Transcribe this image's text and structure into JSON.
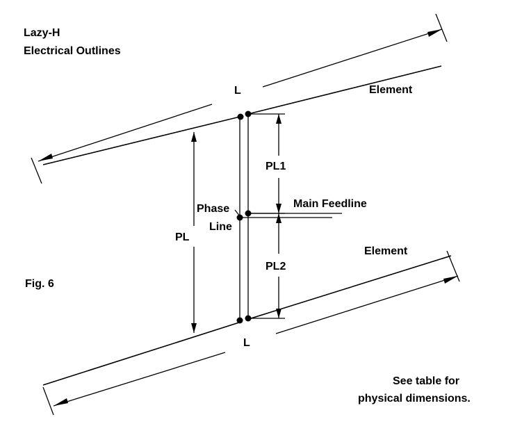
{
  "title_line1": "Lazy-H",
  "title_line2": "Electrical Outlines",
  "figure_label": "Fig. 6",
  "upper_element_label": "Element",
  "lower_element_label": "Element",
  "upper_L_label": "L",
  "lower_L_label": "L",
  "pl_label": "PL",
  "pl1_label": "PL1",
  "pl2_label": "PL2",
  "phase_line_label_1": "Phase",
  "phase_line_label_2": "Line",
  "main_feedline_label": "Main Feedline",
  "note_line1": "See table for",
  "note_line2": "physical dimensions.",
  "ink_color": "#000000",
  "background_color": "#ffffff"
}
